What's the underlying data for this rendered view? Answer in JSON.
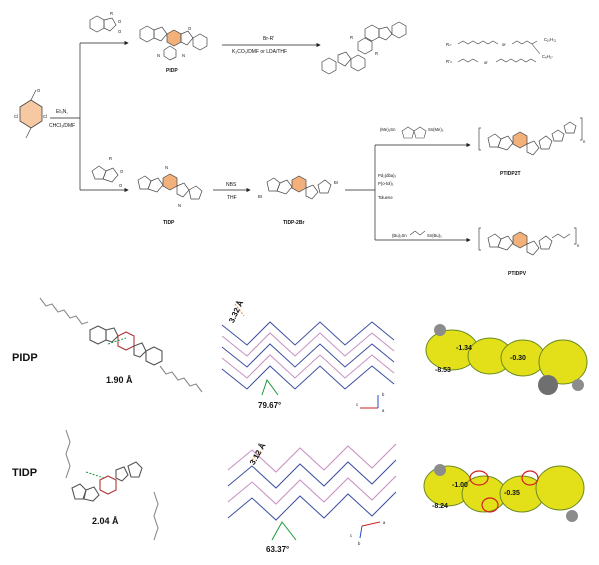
{
  "scheme": {
    "reagent_et3n": "Et₃N,",
    "solvent_chcl3_dmf": "CHCl₃/DMF",
    "pidp_name": "PIDP",
    "alkylation_reagent": "Br-R'",
    "alkylation_conditions": "K₂CO₃/DMF or LDA/THF",
    "r_label": "R=",
    "r_or_1": "or",
    "r_or_2": "or",
    "rprime_label": "R'=",
    "rprime_or": "or",
    "r_branch_top": "C₁₀H₂₁",
    "r_branch_bottom": "C₈H₁₇",
    "tidp_name": "TIDP",
    "nbs": "NBS",
    "thf": "THF",
    "tidp2br_name": "TIDP-2Br",
    "pd_catalyst": "Pd₂(dba)₃",
    "ligand": "P(o-tol)₃",
    "toluene": "Toluene",
    "stannane_thiophene_left": "(Me)₃Sn",
    "stannane_thiophene_right": "Sn(Me)₃",
    "ptidp2t_name": "PTIDP2T",
    "stannane_vinyl_left": "(Bu)₃Sn",
    "stannane_vinyl_right": "Sn(Bu)₃",
    "ptidpv_name": "PTIDPV",
    "atom_o": "O",
    "atom_n": "N",
    "atom_s": "S",
    "atom_r": "R",
    "atom_br": "Br",
    "atom_cl": "Cl",
    "sub_n": "n"
  },
  "analysis": {
    "pidp_row_label": "PIDP",
    "tidp_row_label": "TIDP",
    "pidp_hbond": "1.90 Å",
    "tidp_hbond": "2.04 Å",
    "pidp_stack_distance": "3.32 Å",
    "tidp_stack_distance": "3.12 Å",
    "pidp_angle": "79.67°",
    "tidp_angle": "63.37°",
    "pidp_esp_values": [
      "-1.34",
      "-8.53",
      "-0.30"
    ],
    "tidp_esp_values": [
      "-1.00",
      "-8.24",
      "-0.35"
    ],
    "axis_b": "b",
    "axis_c": "c",
    "axis_a": "a",
    "colors": {
      "hbond_green": "#1a9a3c",
      "distance_orange": "#e8862a",
      "esp_red": "#d21f1f",
      "stack_blue": "#3b4fa0",
      "stack_pink": "#c78fc0",
      "esp_yellow": "#e3e01a",
      "core_orange": "#f2b07a"
    }
  }
}
